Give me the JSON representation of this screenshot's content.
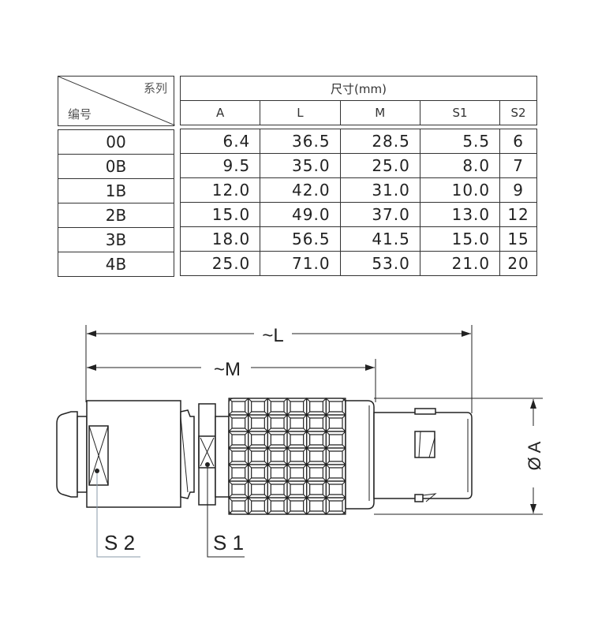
{
  "table": {
    "corner_top": "系列",
    "corner_bottom": "编号",
    "group_header": "尺寸(mm)",
    "columns": [
      "A",
      "L",
      "M",
      "S1",
      "S2"
    ],
    "rows": [
      {
        "id": "00",
        "values": [
          "6.4",
          "36.5",
          "28.5",
          "5.5",
          "6"
        ]
      },
      {
        "id": "0B",
        "values": [
          "9.5",
          "35.0",
          "25.0",
          "8.0",
          "7"
        ]
      },
      {
        "id": "1B",
        "values": [
          "12.0",
          "42.0",
          "31.0",
          "10.0",
          "9"
        ]
      },
      {
        "id": "2B",
        "values": [
          "15.0",
          "49.0",
          "37.0",
          "13.0",
          "12"
        ]
      },
      {
        "id": "3B",
        "values": [
          "18.0",
          "56.5",
          "41.5",
          "15.0",
          "15"
        ]
      },
      {
        "id": "4B",
        "values": [
          "25.0",
          "71.0",
          "53.0",
          "21.0",
          "20"
        ]
      }
    ]
  },
  "drawing": {
    "dim_L": "~L",
    "dim_M": "~M",
    "dim_A": "Ø A",
    "label_S1": "S 1",
    "label_S2": "S 2"
  }
}
